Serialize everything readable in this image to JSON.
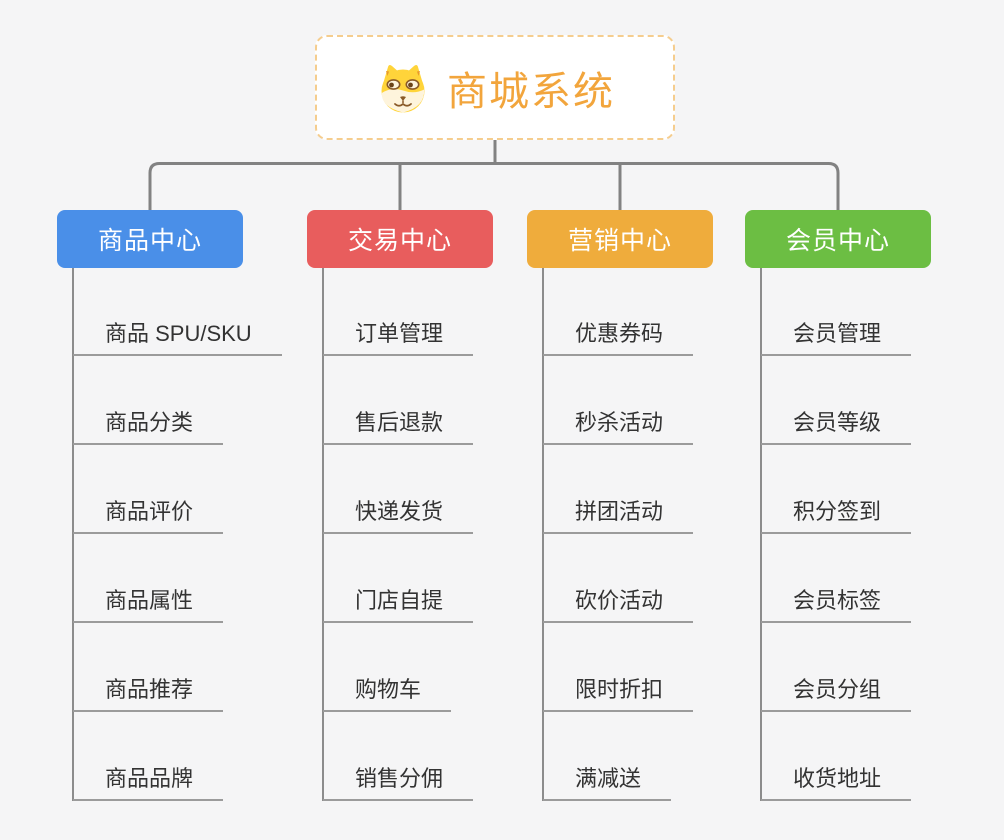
{
  "root": {
    "title": "商城系统",
    "icon": "doge-icon",
    "title_color": "#F2A53C",
    "border_color": "#F5CD8E"
  },
  "connector_color": "#828282",
  "branches": [
    {
      "label": "商品中心",
      "color": "#4A8FE8",
      "children": [
        "商品 SPU/SKU",
        "商品分类",
        "商品评价",
        "商品属性",
        "商品推荐",
        "商品品牌"
      ]
    },
    {
      "label": "交易中心",
      "color": "#E85D5D",
      "children": [
        "订单管理",
        "售后退款",
        "快递发货",
        "门店自提",
        "购物车",
        "销售分佣"
      ]
    },
    {
      "label": "营销中心",
      "color": "#EFAC3C",
      "children": [
        "优惠券码",
        "秒杀活动",
        "拼团活动",
        "砍价活动",
        "限时折扣",
        "满减送"
      ]
    },
    {
      "label": "会员中心",
      "color": "#6CBE43",
      "children": [
        "会员管理",
        "会员等级",
        "积分签到",
        "会员标签",
        "会员分组",
        "收货地址"
      ]
    }
  ]
}
